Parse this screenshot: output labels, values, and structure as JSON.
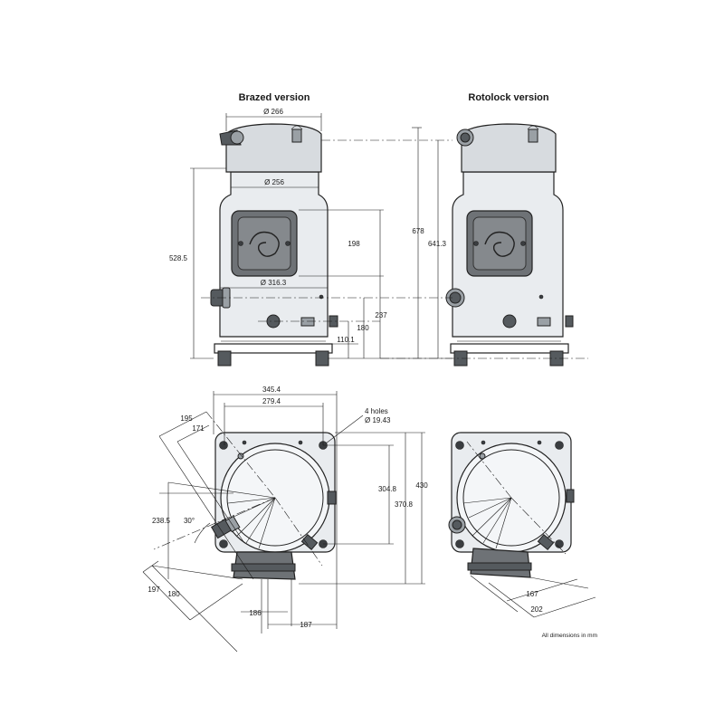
{
  "headings": {
    "brazed": "Brazed version",
    "rotolock": "Rotolock version"
  },
  "dimensions": {
    "top_diameter": "Ø 266",
    "body_diameter": "Ø 256",
    "mid_diameter": "Ø 316.3",
    "height_528": "528.5",
    "height_198": "198",
    "height_678": "678",
    "height_641": "641.3",
    "height_237": "237",
    "height_180": "180",
    "height_110": "110.1",
    "width_345": "345.4",
    "width_279": "279.4",
    "dim_195": "195",
    "dim_171": "171",
    "holes_label": "4 holes",
    "holes_diameter": "Ø 19.43",
    "dim_304": "304.8",
    "dim_370": "370.8",
    "dim_430": "430",
    "dim_238": "238.5",
    "angle_30": "30°",
    "dim_197": "197",
    "dim_180b": "180",
    "dim_186": "186",
    "dim_187": "187",
    "dim_167": "167",
    "dim_202": "202"
  },
  "footnote": "All dimensions in mm"
}
